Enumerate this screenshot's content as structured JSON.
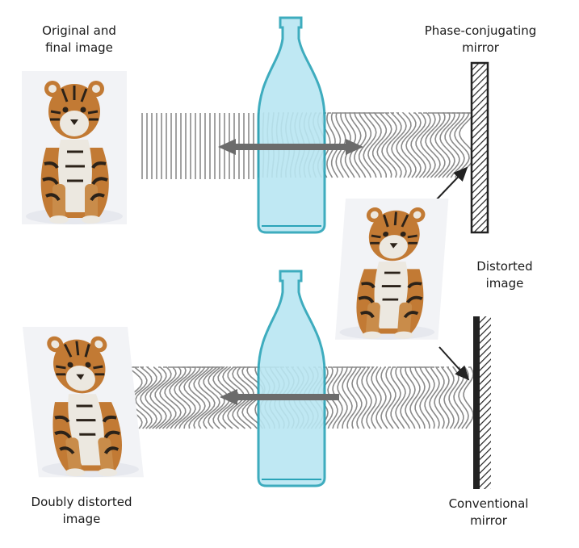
{
  "labels": {
    "original_final": [
      "Original and",
      "final image"
    ],
    "phase_mirror": [
      "Phase-conjugating",
      "mirror"
    ],
    "distorted": [
      "Distorted",
      "image"
    ],
    "doubly_distorted": [
      "Doubly distorted",
      "image"
    ],
    "conventional_mirror": [
      "Conventional",
      "mirror"
    ]
  },
  "colors": {
    "bottle_fill": "#b9e6f2",
    "bottle_stroke": "#2aa4b8",
    "wave_line": "#8a8a8a",
    "arrow": "#6b6b6b",
    "mirror_hatch": "#222222",
    "text": "#1a1a1a",
    "tiger_orange": "#c27a34",
    "tiger_stripe": "#2b2219",
    "tiger_white": "#ece8e0",
    "snow": "#f2f3f6"
  },
  "icons": {
    "bottle": "glass-bottle",
    "tiger": "tiger-photo",
    "arrow": "double-headed-arrow",
    "mirror": "hatched-mirror"
  }
}
